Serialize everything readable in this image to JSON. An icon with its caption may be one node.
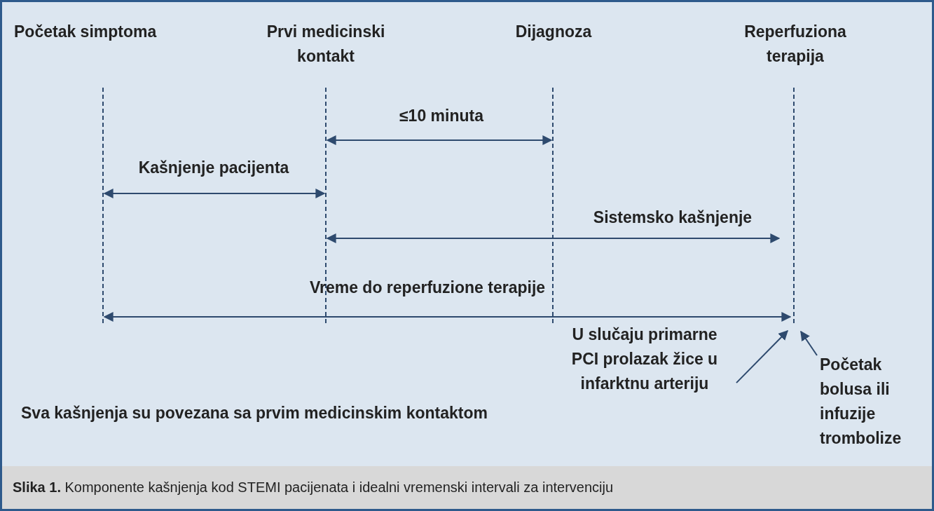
{
  "diagram": {
    "caption": "**Slika 1.** Komponente kašnjenja kod STEMI pacijenata i idealni vremenski intervali za intervenciju",
    "nodes": [
      {
        "text": [
          "U slučaju primarne PCI prolazak žice u infarktnu arteriju"
        ]
      },
      {
        "text": [
          "Početak bolusa ili infuzije trombolize"
        ]
      }
    ],
    "edges": [
      {
        "from": 0,
        "to": null,
        "arrow": "to"
      },
      {
        "from": 1,
        "to": null,
        "arrow": "to"
      }
    ],
    "labels": [
      "Početak simptoma",
      "Prvi medicinski kontakt",
      "Dijagnoza",
      "Reperfuziona terapija",
      "≤10 minuta",
      "Kašnjenje pacijenta",
      "Sistemsko kašnjenje",
      "Vreme do reperfuzione terapije",
      "Sva kašnjenja su povezana sa prvim medicinskim kontaktom"
    ]
  }
}
